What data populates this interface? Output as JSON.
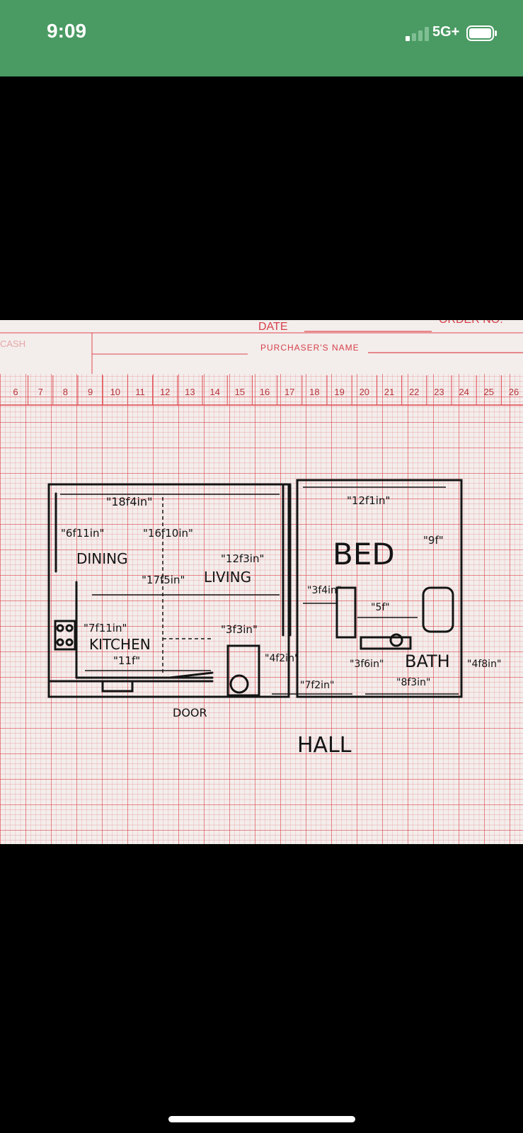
{
  "status_bar": {
    "time": "9:09",
    "network": "5G+",
    "signal_bars_active": 1,
    "signal_bars_total": 4,
    "battery_level": 1.0,
    "background_color": "#4a9a63"
  },
  "photo": {
    "form_labels": {
      "date": "DATE",
      "order_no": "ORDER NO.",
      "purchaser": "PURCHASER'S NAME"
    },
    "ruler_numbers": [
      "6",
      "7",
      "8",
      "9",
      "10",
      "11",
      "12",
      "13",
      "14",
      "15",
      "16",
      "17",
      "18",
      "19",
      "20",
      "21",
      "22",
      "23",
      "24",
      "25",
      "26"
    ],
    "rooms": {
      "dining": "DINING",
      "living": "LIVING",
      "kitchen": "KITCHEN",
      "bed": "BED",
      "bath": "BATH",
      "hall": "HALL",
      "door": "DOOR"
    },
    "dimensions": {
      "d1": "\"18f4in\"",
      "d2": "\"6f11in\"",
      "d3": "\"16f10in\"",
      "d4": "\"12f3in\"",
      "d5": "\"17f5in\"",
      "d6": "\"7f11in\"",
      "d7": "\"11f\"",
      "d8": "\"3f3in\"",
      "d9": "\"4f2in\"",
      "d10": "\"7f2in\"",
      "d11": "\"12f1in\"",
      "d12": "\"9f\"",
      "d13": "\"3f4in\"",
      "d14": "\"5f\"",
      "d15": "\"3f6in\"",
      "d16": "\"8f3in\"",
      "d17": "\"4f8in\""
    },
    "colors": {
      "paper": "#f3eeec",
      "grid": "#e0474f",
      "ink": "#141414"
    }
  },
  "icons": {
    "signal": "signal-bars-icon",
    "battery": "battery-icon"
  }
}
